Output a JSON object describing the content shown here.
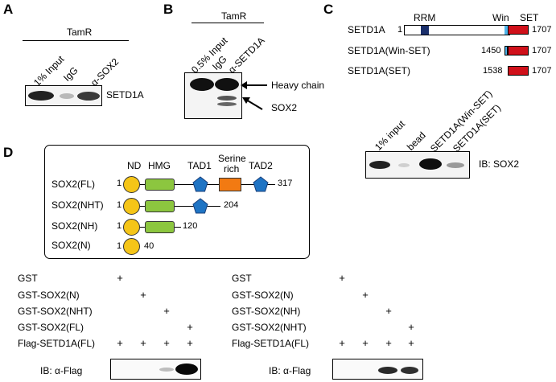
{
  "panels": {
    "A": {
      "letter": "A",
      "group": "TamR",
      "lanes": [
        "1% Input",
        "IgG",
        "α-SOX2"
      ],
      "blot_label": "SETD1A"
    },
    "B": {
      "letter": "B",
      "group": "TamR",
      "lanes": [
        "0.5% Input",
        "IgG",
        "α-SETD1A"
      ],
      "arrow_heavy": "Heavy chain",
      "arrow_sox2": "SOX2"
    },
    "C": {
      "letter": "C",
      "domain_rrm": "RRM",
      "domain_win": "Win",
      "domain_set": "SET",
      "constructs": [
        {
          "name": "SETD1A",
          "start": "1",
          "end": "1707"
        },
        {
          "name": "SETD1A(Win-SET)",
          "start": "1450",
          "end": "1707"
        },
        {
          "name": "SETD1A(SET)",
          "start": "1538",
          "end": "1707"
        }
      ],
      "lanes": [
        "1% input",
        "bead",
        "SETD1A(Win-SET)",
        "SETD1A(SET)"
      ],
      "blot_label": "IB: SOX2"
    },
    "D": {
      "letter": "D",
      "domains": {
        "nd": "ND",
        "hmg": "HMG",
        "tad1": "TAD1",
        "serine_line1": "Serine",
        "serine_line2": "rich",
        "tad2": "TAD2"
      },
      "constructs": [
        {
          "name": "SOX2(FL)",
          "start": "1",
          "end": "317"
        },
        {
          "name": "SOX2(NHT)",
          "start": "1",
          "end": "204"
        },
        {
          "name": "SOX2(NH)",
          "start": "1",
          "end": "120"
        },
        {
          "name": "SOX2(N)",
          "start": "1",
          "end": "40"
        }
      ],
      "left_table": {
        "rows": [
          "GST",
          "GST-SOX2(N)",
          "GST-SOX2(NHT)",
          "GST-SOX2(FL)",
          "Flag-SETD1A(FL)"
        ],
        "signs": [
          [
            "+",
            "",
            "",
            ""
          ],
          [
            "",
            "+",
            "",
            ""
          ],
          [
            "",
            "",
            "+",
            ""
          ],
          [
            "",
            "",
            "",
            "+"
          ],
          [
            "+",
            "+",
            "+",
            "+"
          ]
        ],
        "blot_label": "IB: α-Flag"
      },
      "right_table": {
        "rows": [
          "GST",
          "GST-SOX2(N)",
          "GST-SOX2(NH)",
          "GST-SOX2(NHT)",
          "Flag-SETD1A(FL)"
        ],
        "signs": [
          [
            "+",
            "",
            "",
            ""
          ],
          [
            "",
            "+",
            "",
            ""
          ],
          [
            "",
            "",
            "+",
            ""
          ],
          [
            "",
            "",
            "",
            "+"
          ],
          [
            "+",
            "+",
            "+",
            "+"
          ]
        ],
        "blot_label": "IB: α-Flag"
      }
    }
  },
  "colors": {
    "rrm": "#1a2f6b",
    "win": "#4fb3e8",
    "set": "#d0101a",
    "nd": "#f5c518",
    "hmg": "#8cc63f",
    "tad": "#1f74c4",
    "serine": "#f27a12"
  }
}
